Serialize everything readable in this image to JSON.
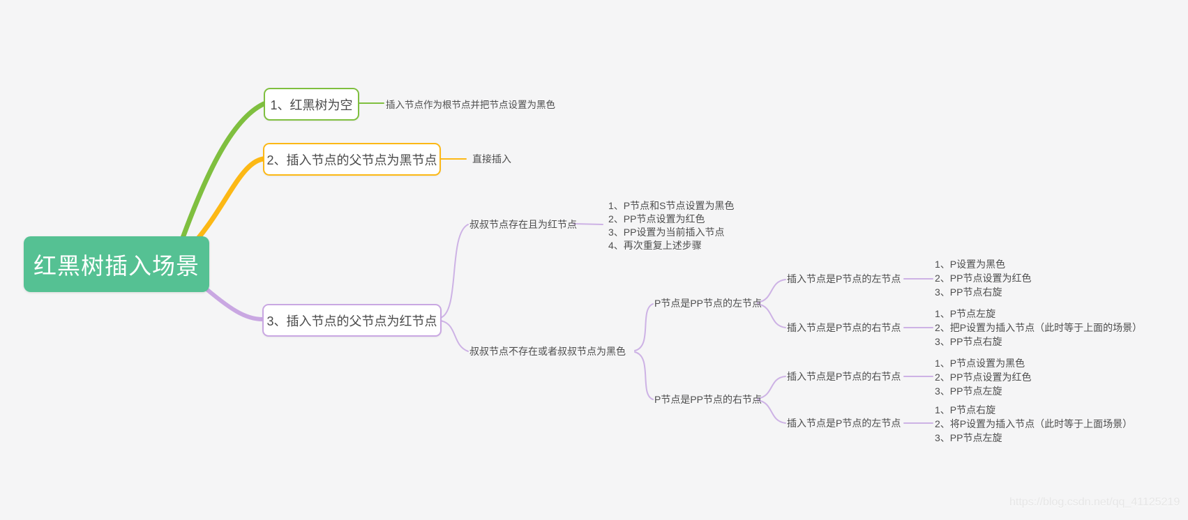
{
  "colors": {
    "background": "#f5f5f6",
    "root_fill": "#55c193",
    "green": "#7fbf3f",
    "yellow": "#fcb815",
    "purple": "#c9a7e2",
    "purple_light": "#cdb2e5",
    "text": "#4a4a4a",
    "watermark_text": "#e6e6e6"
  },
  "root": {
    "label": "红黑树插入场景"
  },
  "branches": [
    {
      "label": "1、红黑树为空",
      "leaf": "插入节点作为根节点并把节点设置为黑色"
    },
    {
      "label": "2、插入节点的父节点为黑节点",
      "leaf": "直接插入"
    },
    {
      "label": "3、插入节点的父节点为红节点",
      "children": [
        {
          "label": "叔叔节点存在且为红节点",
          "steps": [
            "1、P节点和S节点设置为黑色",
            "2、PP节点设置为红色",
            "3、PP设置为当前插入节点",
            "4、再次重复上述步骤"
          ]
        },
        {
          "label": "叔叔节点不存在或者叔叔节点为黑色",
          "children": [
            {
              "label": "P节点是PP节点的左节点",
              "children": [
                {
                  "label": "插入节点是P节点的左节点",
                  "steps": [
                    "1、P设置为黑色",
                    "2、PP节点设置为红色",
                    "3、PP节点右旋"
                  ]
                },
                {
                  "label": "插入节点是P节点的右节点",
                  "steps": [
                    "1、P节点左旋",
                    "2、把P设置为插入节点（此时等于上面的场景）",
                    "3、PP节点右旋"
                  ]
                }
              ]
            },
            {
              "label": "P节点是PP节点的右节点",
              "children": [
                {
                  "label": "插入节点是P节点的右节点",
                  "steps": [
                    "1、P节点设置为黑色",
                    "2、PP节点设置为红色",
                    "3、PP节点左旋"
                  ]
                },
                {
                  "label": "插入节点是P节点的左节点",
                  "steps": [
                    "1、P节点右旋",
                    "2、将P设置为插入节点（此时等于上面场景）",
                    "3、PP节点左旋"
                  ]
                }
              ]
            }
          ]
        }
      ]
    }
  ],
  "watermark": "https://blog.csdn.net/qq_41125219"
}
